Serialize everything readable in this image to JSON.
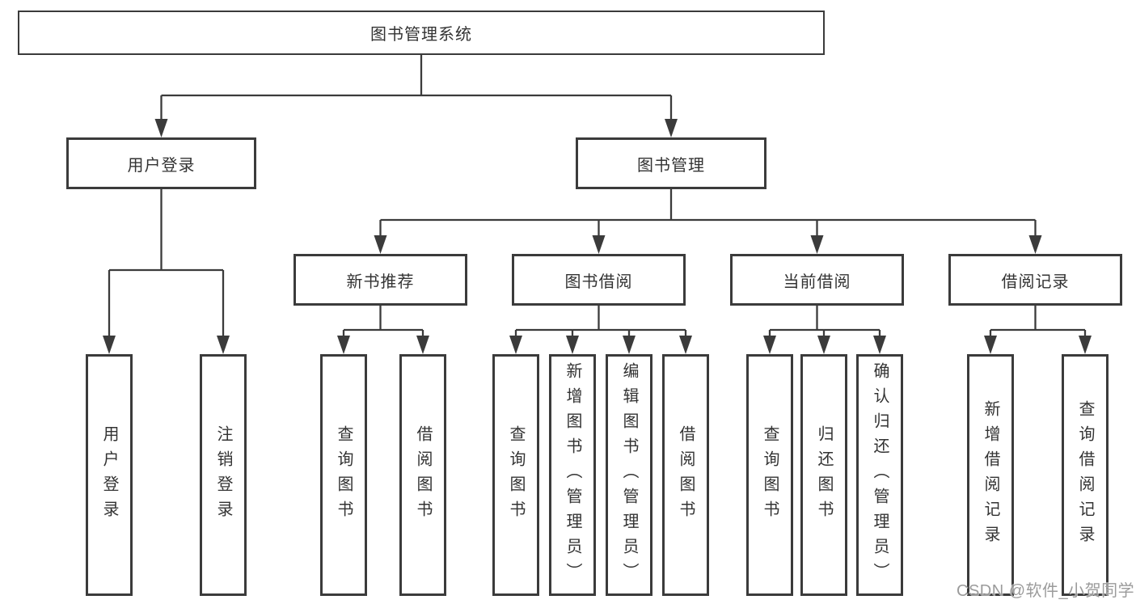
{
  "tree": {
    "label": "图书管理系统",
    "children": [
      {
        "label": "用户登录",
        "children": [
          {
            "label": "用户登录"
          },
          {
            "label": "注销登录"
          }
        ]
      },
      {
        "label": "图书管理",
        "children": [
          {
            "label": "新书推荐",
            "children": [
              {
                "label": "查询图书"
              },
              {
                "label": "借阅图书"
              }
            ]
          },
          {
            "label": "图书借阅",
            "children": [
              {
                "label": "查询图书"
              },
              {
                "label": "新增图书（管理员）"
              },
              {
                "label": "编辑图书（管理员）"
              },
              {
                "label": "借阅图书"
              }
            ]
          },
          {
            "label": "当前借阅",
            "children": [
              {
                "label": "查询图书"
              },
              {
                "label": "归还图书"
              },
              {
                "label": "确认归还（管理员）"
              }
            ]
          },
          {
            "label": "借阅记录",
            "children": [
              {
                "label": "新增借阅记录"
              },
              {
                "label": "查询借阅记录"
              }
            ]
          }
        ]
      }
    ]
  },
  "watermark": {
    "text": "CSDN @软件_小贺同学"
  },
  "colors": {
    "line": "#3b3b3b",
    "box_border": "#3b3b3b",
    "text": "#333333",
    "background": "#ffffff",
    "watermark": "#9b9b9b"
  }
}
